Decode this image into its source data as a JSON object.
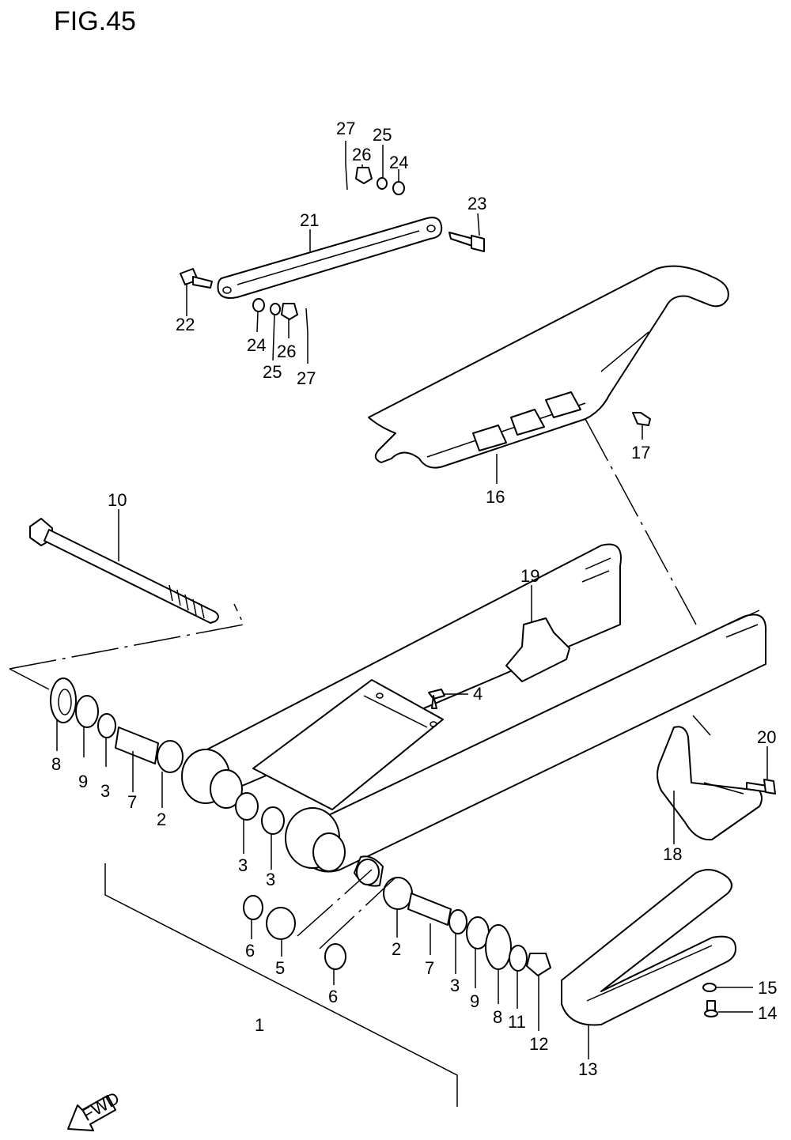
{
  "figure": {
    "title": "FIG.45"
  },
  "fwd_label": "FWD",
  "callouts": [
    {
      "id": "c27a",
      "text": "27"
    },
    {
      "id": "c25a",
      "text": "25"
    },
    {
      "id": "c26a",
      "text": "26"
    },
    {
      "id": "c24a",
      "text": "24"
    },
    {
      "id": "c23",
      "text": "23"
    },
    {
      "id": "c21",
      "text": "21"
    },
    {
      "id": "c22",
      "text": "22"
    },
    {
      "id": "c24b",
      "text": "24"
    },
    {
      "id": "c26b",
      "text": "26"
    },
    {
      "id": "c25b",
      "text": "25"
    },
    {
      "id": "c27b",
      "text": "27"
    },
    {
      "id": "c17",
      "text": "17"
    },
    {
      "id": "c16",
      "text": "16"
    },
    {
      "id": "c10",
      "text": "10"
    },
    {
      "id": "c19",
      "text": "19"
    },
    {
      "id": "c4",
      "text": "4"
    },
    {
      "id": "c20",
      "text": "20"
    },
    {
      "id": "c18",
      "text": "18"
    },
    {
      "id": "c8a",
      "text": "8"
    },
    {
      "id": "c9a",
      "text": "9"
    },
    {
      "id": "c3a",
      "text": "3"
    },
    {
      "id": "c7a",
      "text": "7"
    },
    {
      "id": "c2a",
      "text": "2"
    },
    {
      "id": "c3b",
      "text": "3"
    },
    {
      "id": "c3c",
      "text": "3"
    },
    {
      "id": "c6a",
      "text": "6"
    },
    {
      "id": "c5",
      "text": "5"
    },
    {
      "id": "c6b",
      "text": "6"
    },
    {
      "id": "c2b",
      "text": "2"
    },
    {
      "id": "c7b",
      "text": "7"
    },
    {
      "id": "c3d",
      "text": "3"
    },
    {
      "id": "c9b",
      "text": "9"
    },
    {
      "id": "c8b",
      "text": "8"
    },
    {
      "id": "c11",
      "text": "11"
    },
    {
      "id": "c12",
      "text": "12"
    },
    {
      "id": "c1",
      "text": "1"
    },
    {
      "id": "c13",
      "text": "13"
    },
    {
      "id": "c15",
      "text": "15"
    },
    {
      "id": "c14",
      "text": "14"
    }
  ]
}
